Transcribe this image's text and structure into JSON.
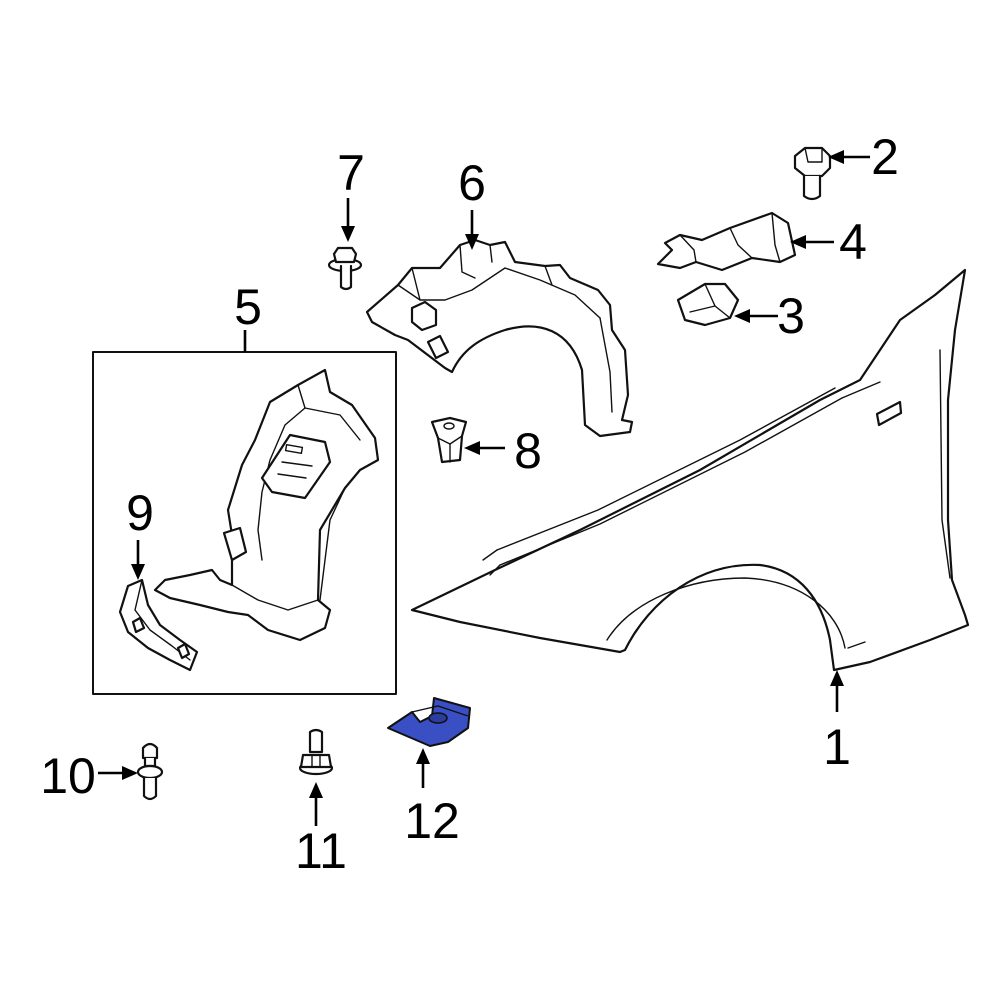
{
  "callouts": {
    "c1": "1",
    "c2": "2",
    "c3": "3",
    "c4": "4",
    "c5": "5",
    "c6": "6",
    "c7": "7",
    "c8": "8",
    "c9": "9",
    "c10": "10",
    "c11": "11",
    "c12": "12"
  },
  "colors": {
    "highlight": "#3a4fc4",
    "line": "#111111",
    "background": "#ffffff"
  }
}
